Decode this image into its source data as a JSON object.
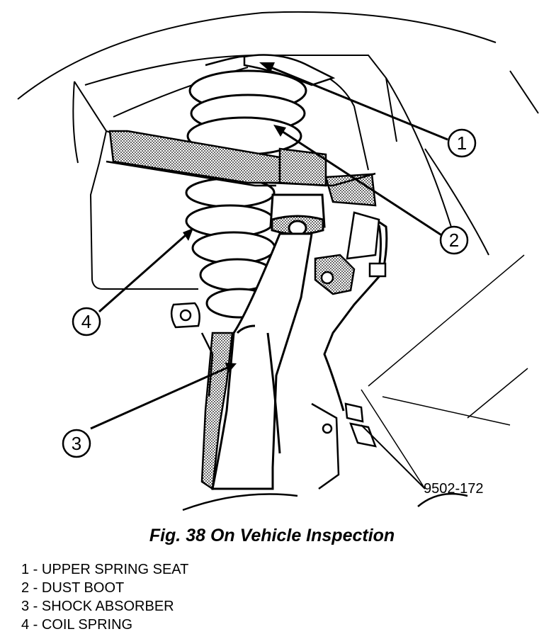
{
  "figure": {
    "caption": "Fig. 38 On Vehicle Inspection",
    "figure_id": "9502-172",
    "callouts": [
      {
        "number": "1",
        "label": "UPPER SPRING SEAT"
      },
      {
        "number": "2",
        "label": "DUST BOOT"
      },
      {
        "number": "3",
        "label": "SHOCK ABSORBER"
      },
      {
        "number": "4",
        "label": "COIL SPRING"
      }
    ]
  }
}
